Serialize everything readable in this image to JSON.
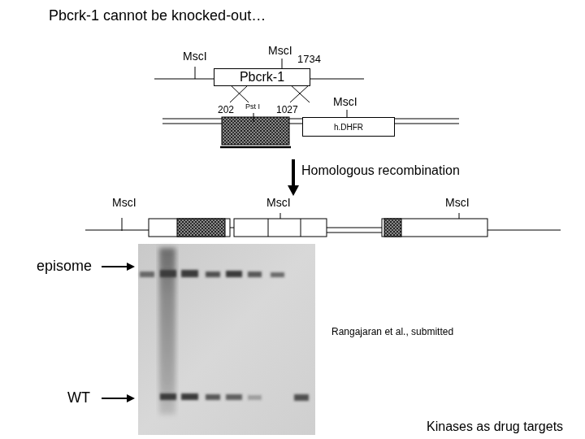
{
  "diagram": {
    "title": "Pbcrk-1 cannot be knocked-out…",
    "nodes": [
      {
        "text": [
          "Pbcrk-1"
        ]
      },
      {
        "text": [
          "h.DHFR"
        ]
      }
    ],
    "labels": [
      "MscI",
      "MscI",
      "1734",
      "202",
      "Pst I",
      "1027",
      "MscI",
      "Homologous recombination",
      "MscI",
      "MscI",
      "MscI",
      "episome",
      "WT",
      "Rangajaran et al., submitted",
      "Kinases as drug targets"
    ]
  }
}
